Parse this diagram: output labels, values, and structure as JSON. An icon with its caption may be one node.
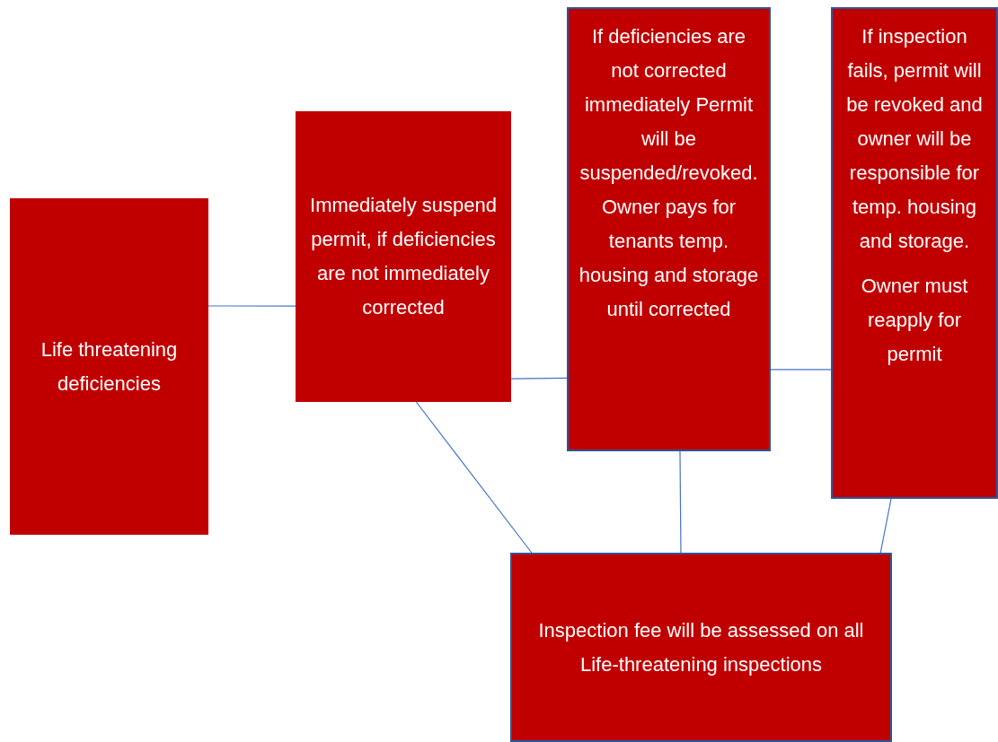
{
  "diagram": {
    "nodes": [
      {
        "text": [
          "Life threatening deficiencies"
        ]
      },
      {
        "text": [
          "Immediately suspend permit, if deficiencies are not immediately corrected"
        ]
      },
      {
        "text": [
          "If deficiencies are not corrected immediately Permit will be suspended/revoked. Owner pays for tenants temp. housing and storage until corrected"
        ]
      },
      {
        "text": [
          "If inspection fails, permit will be revoked and owner will be responsible for temp. housing and storage.",
          "Owner must reapply for permit"
        ]
      },
      {
        "text": [
          "Inspection fee will be assessed on all Life-threatening inspections"
        ]
      }
    ],
    "edges": [
      {
        "from": 0,
        "to": 1,
        "arrow": "none"
      },
      {
        "from": 1,
        "to": 2,
        "arrow": "none"
      },
      {
        "from": 2,
        "to": 3,
        "arrow": "none"
      },
      {
        "from": 1,
        "to": 4,
        "arrow": "none"
      },
      {
        "from": 2,
        "to": 4,
        "arrow": "none"
      },
      {
        "from": 3,
        "to": 4,
        "arrow": "none"
      }
    ]
  }
}
